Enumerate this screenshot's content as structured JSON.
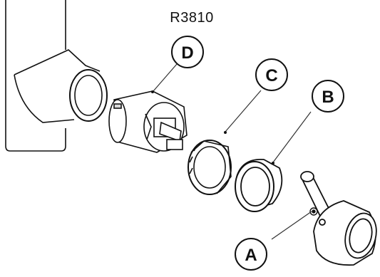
{
  "diagram": {
    "title": "R3810",
    "callouts": [
      {
        "label": "D"
      },
      {
        "label": "C"
      },
      {
        "label": "B"
      },
      {
        "label": "A"
      }
    ],
    "colors": {
      "line": "#111111",
      "fill": "#ffffff",
      "shade": "#d9d9d9"
    }
  }
}
